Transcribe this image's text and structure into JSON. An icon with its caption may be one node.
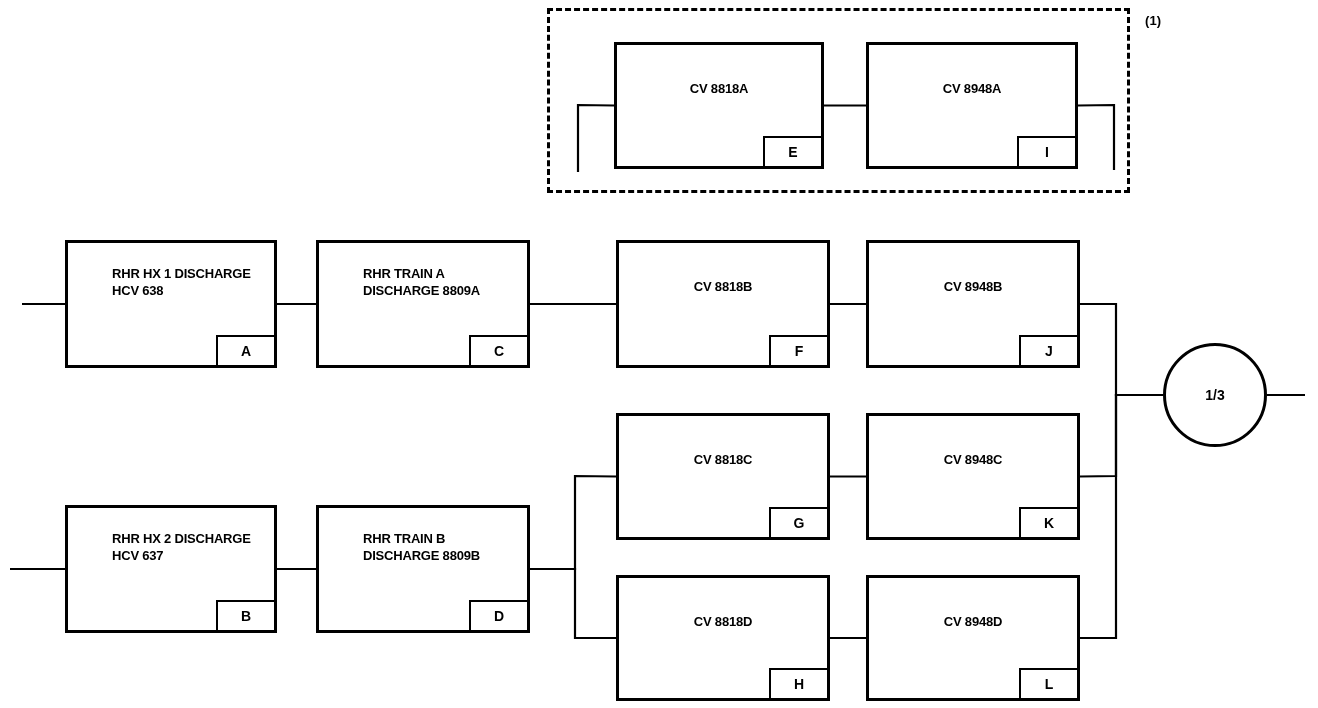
{
  "diagram": {
    "nodes": [
      {
        "text": [
          "(1)"
        ]
      },
      {
        "text": [
          "CV 8818A",
          "E"
        ],
        "in": 0
      },
      {
        "text": [
          "CV 8948A",
          "I"
        ],
        "in": 0
      },
      {
        "text": [
          "RHR HX 1 DISCHARGE HCV 638",
          "A"
        ]
      },
      {
        "text": [
          "RHR TRAIN A DISCHARGE 8809A",
          "C"
        ]
      },
      {
        "text": [
          "CV 8818B",
          "F"
        ]
      },
      {
        "text": [
          "CV 8948B",
          "J"
        ]
      },
      {
        "text": [
          "1/3"
        ]
      },
      {
        "text": [
          "CV 8818C",
          "G"
        ]
      },
      {
        "text": [
          "CV 8948C",
          "K"
        ]
      },
      {
        "text": [
          "RHR HX 2 DISCHARGE HCV 637",
          "B"
        ]
      },
      {
        "text": [
          "RHR TRAIN B DISCHARGE 8809B",
          "D"
        ]
      },
      {
        "text": [
          "CV 8818D",
          "H"
        ]
      },
      {
        "text": [
          "CV 8948D",
          "L"
        ]
      }
    ],
    "edges": [
      {
        "from": null,
        "to": 1,
        "arrow": "none"
      },
      {
        "from": 1,
        "to": 2,
        "arrow": "none"
      },
      {
        "from": 2,
        "to": null,
        "arrow": "none"
      },
      {
        "from": null,
        "to": 3,
        "arrow": "none"
      },
      {
        "from": 3,
        "to": 4,
        "arrow": "none"
      },
      {
        "from": 4,
        "to": 5,
        "arrow": "none"
      },
      {
        "from": 5,
        "to": 6,
        "arrow": "none"
      },
      {
        "from": 6,
        "to": 7,
        "arrow": "none"
      },
      {
        "from": 7,
        "to": null,
        "arrow": "none"
      },
      {
        "from": 8,
        "to": 9,
        "arrow": "none"
      },
      {
        "from": 9,
        "to": 7,
        "arrow": "none"
      },
      {
        "from": null,
        "to": 10,
        "arrow": "none"
      },
      {
        "from": 10,
        "to": 11,
        "arrow": "none"
      },
      {
        "from": 11,
        "to": 8,
        "arrow": "none"
      },
      {
        "from": 11,
        "to": 12,
        "arrow": "none"
      },
      {
        "from": 12,
        "to": 13,
        "arrow": "none"
      },
      {
        "from": 13,
        "to": 7,
        "arrow": "none"
      }
    ]
  }
}
